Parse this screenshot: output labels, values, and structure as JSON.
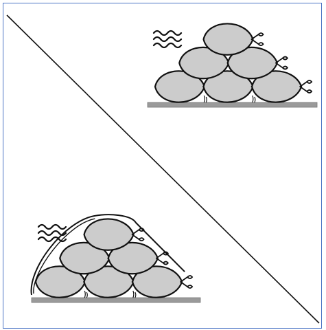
{
  "figure": {
    "description_free": true,
    "frame_color": "#4a74c4",
    "divider_color": "#111111",
    "ground_color": "#9a9a9a",
    "bag_fill": "#cccccc",
    "stroke_color": "#111111",
    "panels": [
      {
        "id": "top-right",
        "stack_rows": [
          1,
          2,
          3
        ],
        "covered": false,
        "heat_icon": "wavy-lines-icon"
      },
      {
        "id": "bottom-left",
        "stack_rows": [
          1,
          2,
          3
        ],
        "covered": true,
        "heat_icon": "wavy-lines-icon"
      }
    ]
  }
}
